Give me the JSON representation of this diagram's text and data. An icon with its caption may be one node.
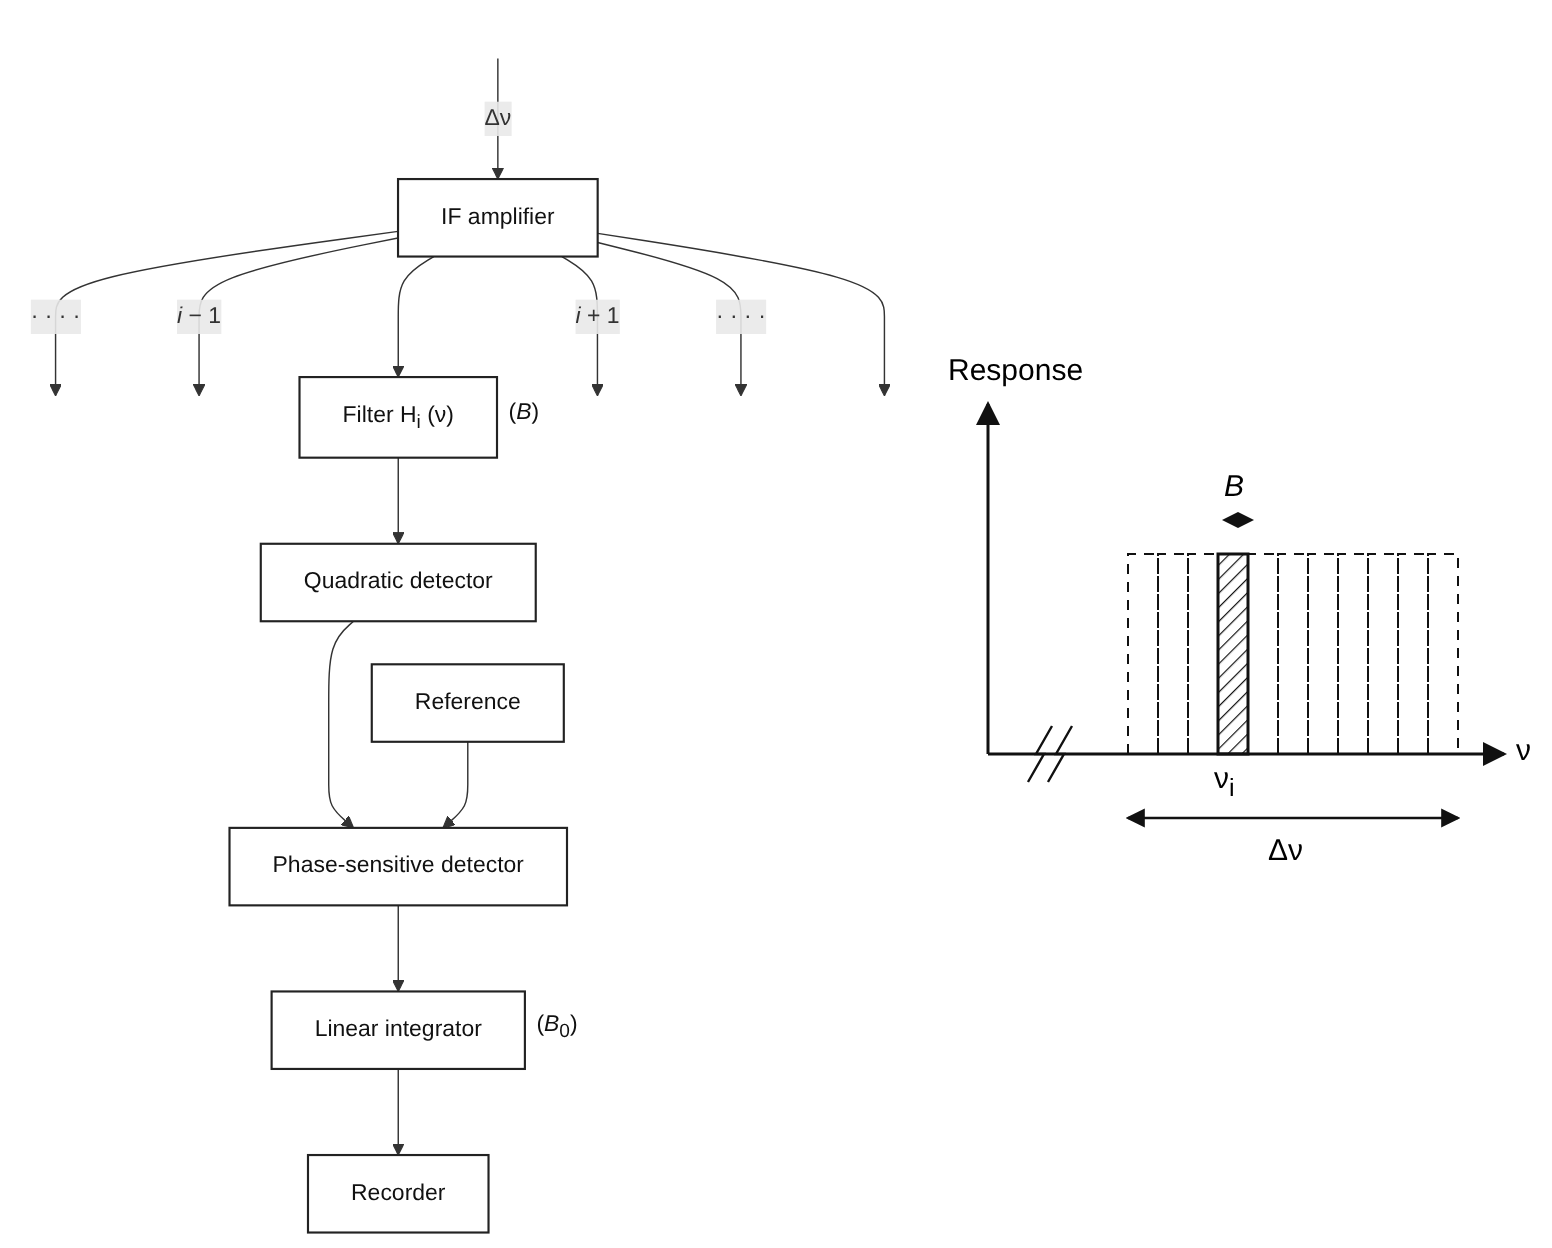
{
  "diagram": {
    "nodes": [
      {
        "text": [
          "IF amplifier"
        ]
      },
      {
        "text": [
          "Filter H$_{i}$ (ν)"
        ],
        "beside": [
          "(*B*)"
        ]
      },
      {
        "text": [
          "Quadratic detector"
        ]
      },
      {
        "text": [
          "Reference"
        ]
      },
      {
        "text": [
          "Phase-sensitive detector"
        ]
      },
      {
        "text": [
          "Linear integrator"
        ],
        "beside": [
          "(*B*$_{0}$)"
        ]
      },
      {
        "text": [
          "Recorder"
        ]
      }
    ],
    "edges": [
      {
        "from": null,
        "to": 0,
        "arrow": "to",
        "label": "Δν"
      },
      {
        "from": 0,
        "to": null,
        "arrow": "to",
        "label": "· · · ·"
      },
      {
        "from": 0,
        "to": null,
        "arrow": "to",
        "label": "*i* − 1"
      },
      {
        "from": 0,
        "to": 1,
        "arrow": "to"
      },
      {
        "from": 0,
        "to": null,
        "arrow": "to",
        "label": "*i* + 1"
      },
      {
        "from": 0,
        "to": null,
        "arrow": "to",
        "label": "· · · ·"
      },
      {
        "from": 0,
        "to": null,
        "arrow": "to"
      },
      {
        "from": 1,
        "to": 2,
        "arrow": "to"
      },
      {
        "from": 2,
        "to": 4,
        "arrow": "to"
      },
      {
        "from": 3,
        "to": 4,
        "arrow": "to"
      },
      {
        "from": 4,
        "to": 5,
        "arrow": "to"
      },
      {
        "from": 5,
        "to": 6,
        "arrow": "to"
      }
    ],
    "labels": [
      "Response",
      "*B*",
      "ν",
      "ν$_{i}$",
      "Δν"
    ]
  }
}
